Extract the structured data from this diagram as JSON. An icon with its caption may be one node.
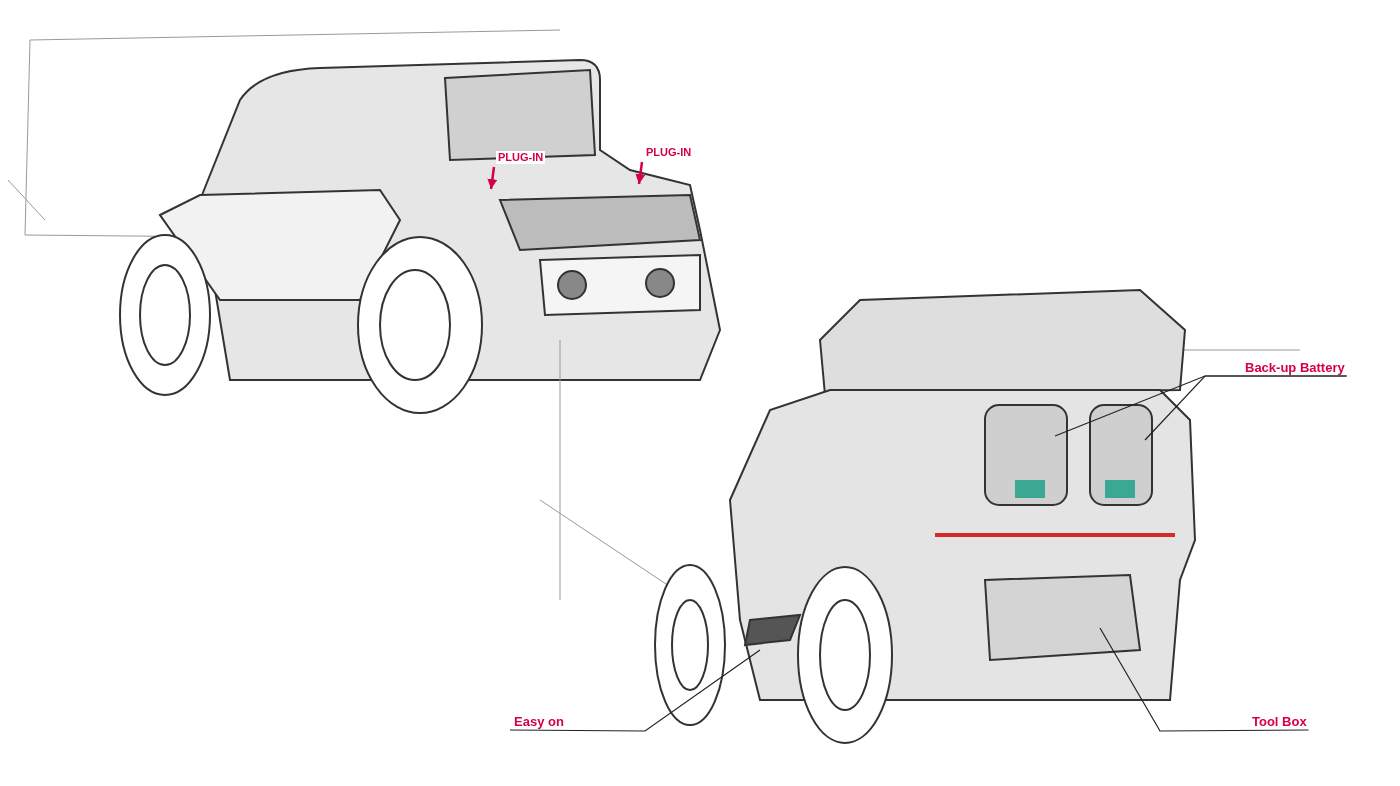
{
  "diagram": {
    "nodes": [
      {
        "text": [
          "PLUG-IN"
        ]
      },
      {
        "text": [
          "PLUG-IN"
        ]
      },
      {
        "text": [
          "Back-up Battery"
        ]
      },
      {
        "text": [
          "Easy on"
        ]
      },
      {
        "text": [
          "Tool Box"
        ]
      }
    ],
    "edges": [
      {
        "from": 0,
        "to": null,
        "arrow": "to",
        "color": "#d6004a"
      },
      {
        "from": 1,
        "to": null,
        "arrow": "to",
        "color": "#d6004a"
      },
      {
        "from": 2,
        "to": null,
        "arrow": "none"
      },
      {
        "from": 2,
        "to": null,
        "arrow": "none"
      },
      {
        "from": 3,
        "to": null,
        "arrow": "none"
      },
      {
        "from": 4,
        "to": null,
        "arrow": "none"
      }
    ]
  }
}
